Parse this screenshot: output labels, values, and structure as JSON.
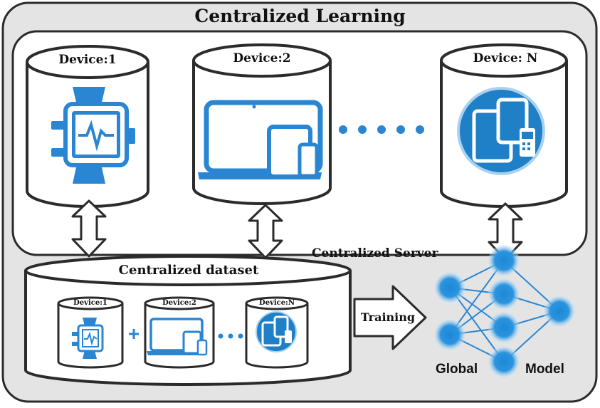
{
  "title": "Centralized Learning",
  "devices": [
    {
      "label": "Device:1",
      "icon": "smartwatch-icon"
    },
    {
      "label": "Device:2",
      "icon": "laptop-tablet-phone-icon"
    },
    {
      "label": "Device: N",
      "icon": "tablet-phone-icon"
    }
  ],
  "server_label": "Centralized Server",
  "dataset": {
    "title": "Centralized dataset",
    "items": [
      "Device:1",
      "Device:2",
      "Device:N"
    ],
    "plus": "+"
  },
  "training_label": "Training",
  "model": {
    "word1": "Global",
    "word2": "Model"
  },
  "colors": {
    "accent": "#1f7fc7",
    "light_blue": "#5fb6ea",
    "panel_bg": "#e6e6e6",
    "frame": "#3a3a3a"
  }
}
